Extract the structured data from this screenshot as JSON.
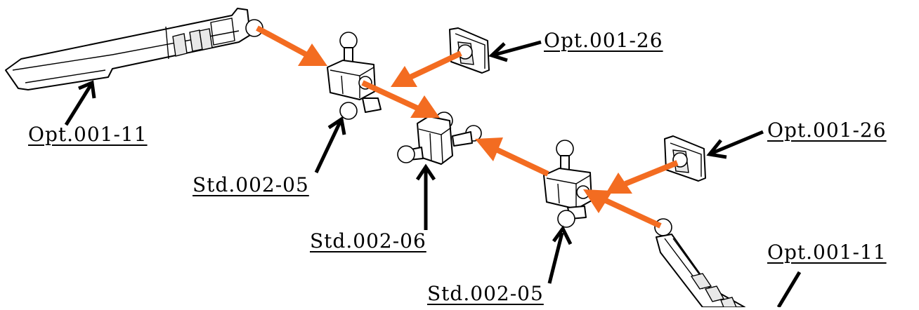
{
  "diagram": {
    "labels": {
      "top_clamp_right": "Opt.001-26",
      "left_mount": "Opt.001-11",
      "mid_clamp_right": "Opt.001-26",
      "upper_ball_joint": "Std.002-05",
      "center_joint": "Std.002-06",
      "right_mount": "Opt.001-11",
      "lower_ball_joint": "Std.002-05"
    },
    "colors": {
      "flow_arrow": "#f36c21",
      "pointer_arrow": "#000000",
      "outline": "#000000",
      "background": "#ffffff"
    }
  }
}
